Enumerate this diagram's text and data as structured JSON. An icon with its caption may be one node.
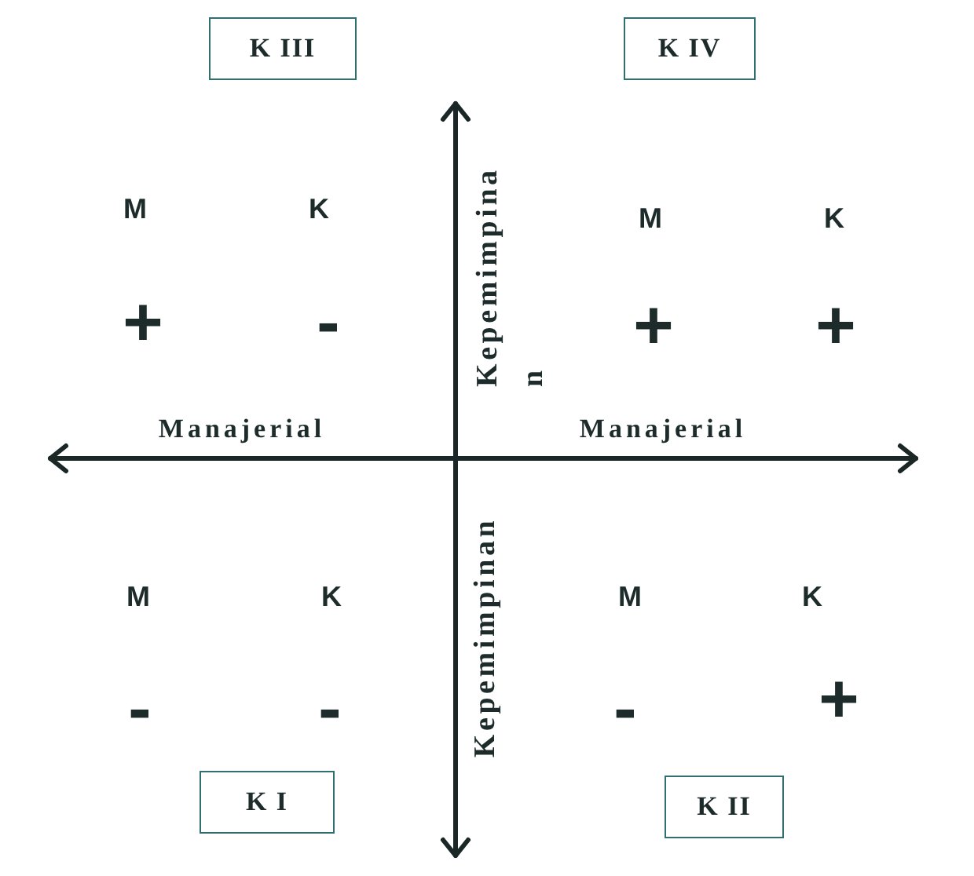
{
  "diagram": {
    "nodes": [
      {
        "text": [
          "K III"
        ]
      },
      {
        "text": [
          "K IV"
        ]
      },
      {
        "text": [
          "K I"
        ]
      },
      {
        "text": [
          "K II"
        ]
      }
    ],
    "labels": [
      "M",
      "K",
      "Kepemimpinan",
      "M",
      "K",
      "+",
      "-",
      "+",
      "+",
      "Manajerial",
      "Manajerial",
      "Kepemimpinan",
      "M",
      "K",
      "M",
      "K",
      "-",
      "-",
      "-",
      "+"
    ]
  }
}
